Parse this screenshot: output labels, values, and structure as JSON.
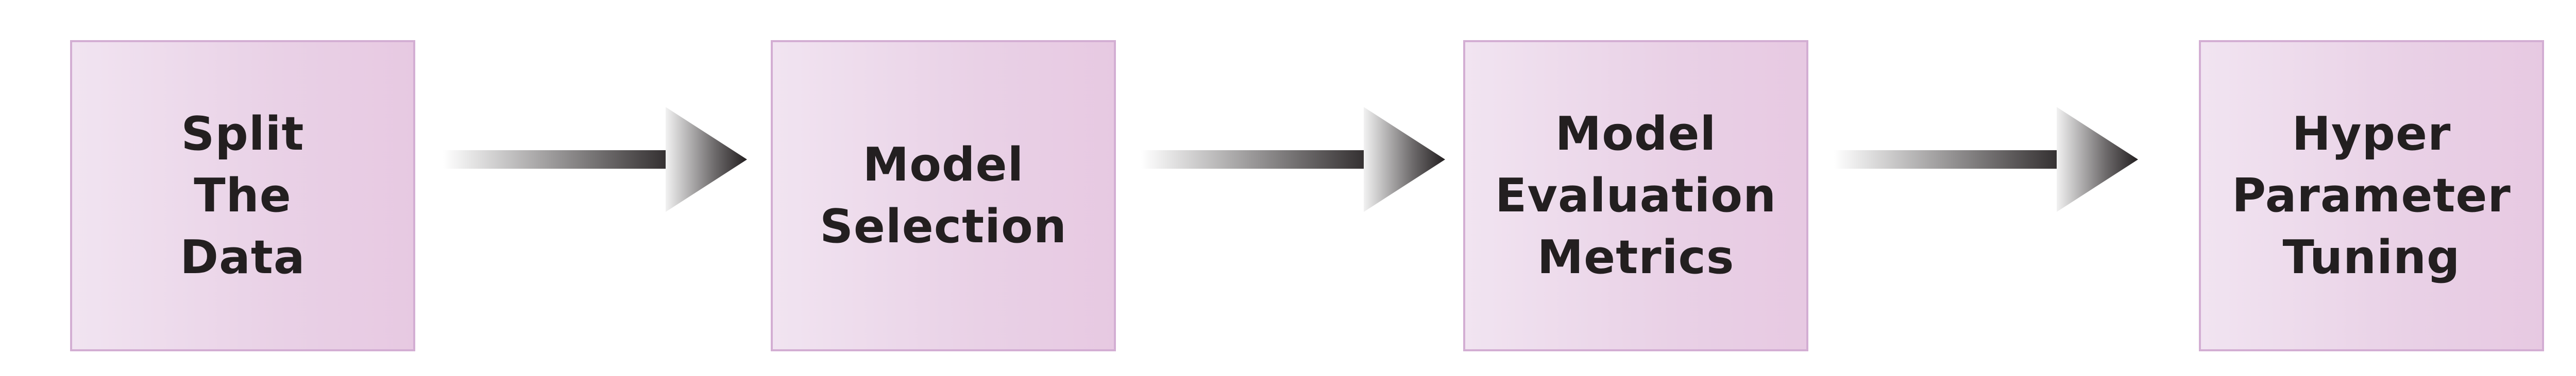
{
  "diagram": {
    "steps": [
      {
        "label": "Split\nThe\nData"
      },
      {
        "label": "Model\nSelection"
      },
      {
        "label": "Model\nEvaluation\nMetrics"
      },
      {
        "label": "Hyper\nParameter\nTuning"
      }
    ],
    "colors": {
      "box_fill_light": "#f1e4f1",
      "box_fill_dark": "#e7c9e2",
      "box_border": "#d3aed3",
      "text": "#231f20",
      "arrow_light": "#ffffff",
      "arrow_dark": "#231f20"
    }
  }
}
